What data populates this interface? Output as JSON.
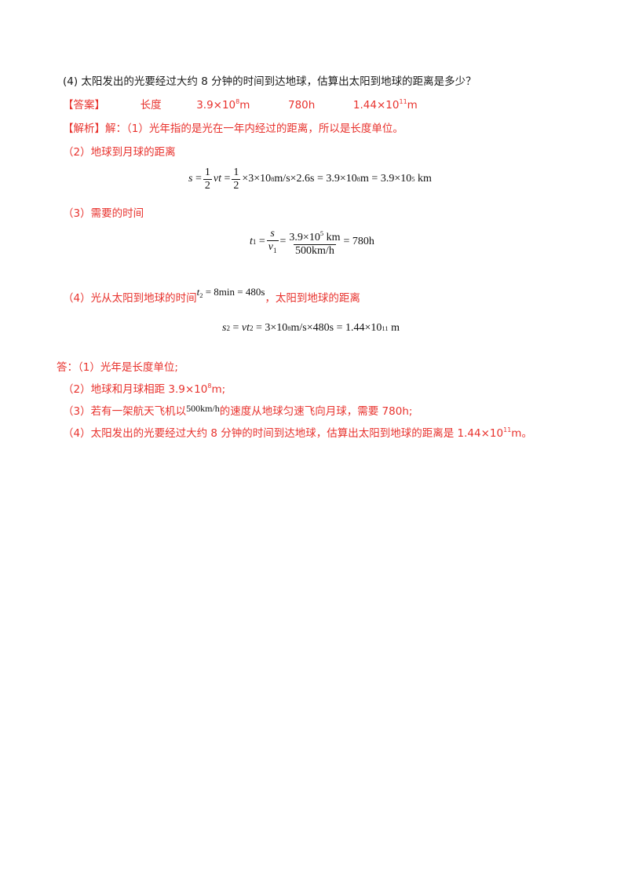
{
  "q4": "(4) 太阳发出的光要经过大约 8 分钟的时间到达地球，估算出太阳到地球的距离是多少？",
  "answer": {
    "label": "【答案】",
    "a1": "长度",
    "a2_base": "3.9×10",
    "a2_exp": "8",
    "a2_unit": "m",
    "a3": "780h",
    "a4_base": "1.44×10",
    "a4_exp": "11",
    "a4_unit": "m"
  },
  "analysis": {
    "label": "【解析】",
    "intro": "解：（1）光年指的是光在一年内经过的距离，所以是长度单位。",
    "p2": "（2）地球到月球的距离",
    "p3": "（3）需要的时间",
    "p4_pre": "（4）光从太阳到地球的时间",
    "p4_post": "，太阳到地球的距离"
  },
  "formulas": {
    "f1": {
      "s": "s",
      "eq": "=",
      "one": "1",
      "two": "2",
      "vt": "vt",
      "mid": "×3×10",
      "e8": "8",
      "mid2": "m/s×2.6s = 3.9×10",
      "e8b": "8",
      "mid3": "m = 3.9×10",
      "e5": "5",
      "km": "km"
    },
    "f2": {
      "t": "t",
      "t_sub": "1",
      "s": "s",
      "v": "v",
      "v_sub": "1",
      "num_base": "3.9×10",
      "num_exp": "5",
      "num_unit": "km",
      "den": "500km/h",
      "result": "= 780h"
    },
    "f3": {
      "t": "t",
      "t_sub": "2",
      "rest": "= 8min = 480s"
    },
    "f4": {
      "s": "s",
      "s_sub": "2",
      "v": "vt",
      "v_sub": "2",
      "mid": "= 3×10",
      "e8": "8",
      "mid2": "m/s×480s = 1.44×10",
      "e11": "11",
      "unit": "m"
    }
  },
  "reply": {
    "r1": "答：（1）光年是长度单位;",
    "r2_pre": "（2）地球和月球相距 3.9×10",
    "r2_exp": "8",
    "r2_post": "m;",
    "r3_pre": "（3）若有一架航天飞机以",
    "r3_math": "500km/h",
    "r3_post": "的速度从地球匀速飞向月球，需要 780h;",
    "r4_pre": "（4）太阳发出的光要经过大约 8 分钟的时间到达地球，估算出太阳到地球的距离是 1.44×10",
    "r4_exp": "11",
    "r4_post": "m。"
  }
}
